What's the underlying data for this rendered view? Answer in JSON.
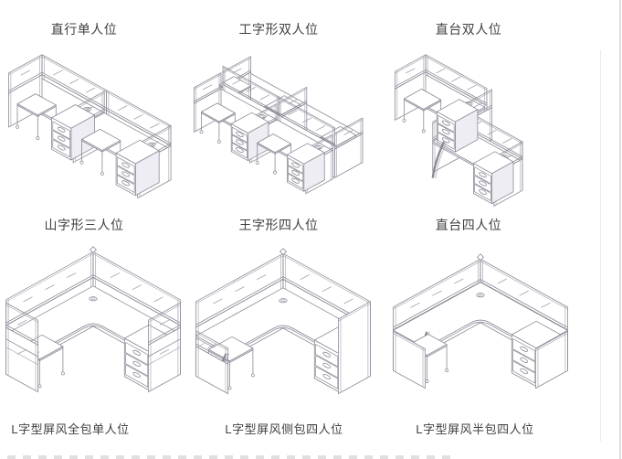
{
  "page": {
    "background": "#ffffff",
    "line_color": "#8a8a96",
    "text_color": "#404040",
    "inner_divider_color": "#ececf0",
    "right_border_color": "#e0e0e4"
  },
  "caption_rows": {
    "top": [
      "直行单人位",
      "工字形双人位",
      "直台双人位"
    ],
    "middle": [
      "山字形三人位",
      "王字形四人位",
      "直台四人位"
    ],
    "bottom": [
      "L字型屏风全包单人位",
      "L字型屏风侧包四人位",
      "L字型屏风半包四人位"
    ]
  },
  "figures": [
    {
      "name": "shan-shape-row-workstation-diagram"
    },
    {
      "name": "wang-shape-four-seat-workstation-diagram"
    },
    {
      "name": "straight-staggered-workstation-diagram"
    },
    {
      "name": "l-shape-full-enclosed-single-workstation-diagram"
    },
    {
      "name": "l-shape-side-enclosed-workstation-diagram"
    },
    {
      "name": "l-shape-half-enclosed-workstation-diagram"
    }
  ]
}
